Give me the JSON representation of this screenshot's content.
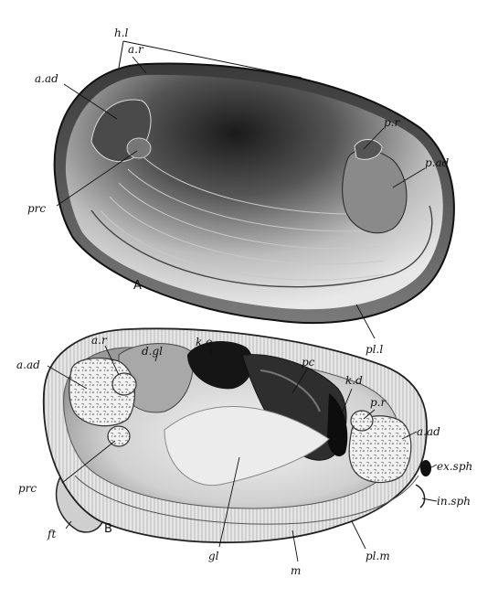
{
  "figure": {
    "panel_a_label": "A",
    "panel_b_label": "B",
    "labels_a": {
      "hl": "h.l",
      "ar": "a.r",
      "aad": "a.ad",
      "prc": "prc",
      "pr": "p.r",
      "pad": "p.ad",
      "pll": "pl.l"
    },
    "labels_b": {
      "dgl": "d.gl",
      "ko": "k.o",
      "ar": "a.r",
      "aad_left": "a.ad",
      "pc": "pc",
      "kd": "k.d",
      "pr": "p.r",
      "aad_right": "a.ad",
      "prc": "prc",
      "exsph": "ex.sph",
      "insph": "in.sph",
      "ft": "ft",
      "gl": "gl",
      "plm": "pl.m",
      "m": "m"
    }
  }
}
